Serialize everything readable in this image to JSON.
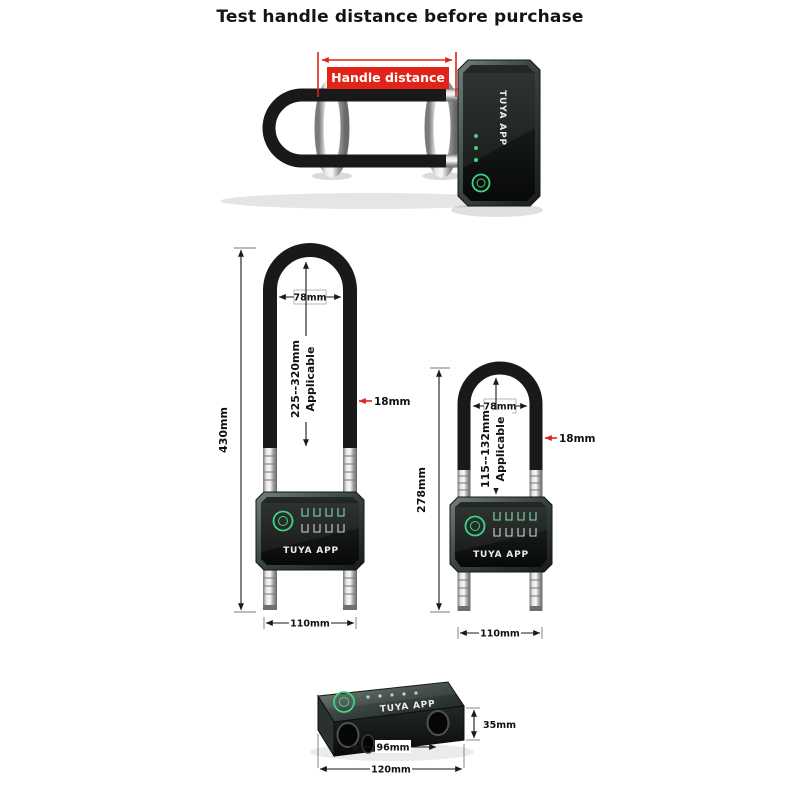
{
  "title": "Test handle distance before purchase",
  "colors": {
    "red": "#e2231a",
    "green": "#3ed57f",
    "body_dark": "#171b1a",
    "chrome": "#d9d9d9"
  },
  "top_diagram": {
    "handle_distance_label": "Handle distance",
    "brand": "TUYA APP"
  },
  "large_lock": {
    "height": "430mm",
    "inner_width": "78mm",
    "shackle_diameter": "18mm",
    "applicable_range": "225--320mm",
    "applicable_word": "Applicable",
    "base_width": "110mm",
    "brand": "TUYA APP"
  },
  "small_lock": {
    "height": "278mm",
    "inner_width": "78mm",
    "shackle_diameter": "18mm",
    "applicable_range": "115--132mm",
    "applicable_word": "Applicable",
    "base_width": "110mm",
    "brand": "TUYA APP"
  },
  "lock_body": {
    "height": "35mm",
    "depth": "96mm",
    "length": "120mm",
    "brand": "TUYA APP"
  }
}
